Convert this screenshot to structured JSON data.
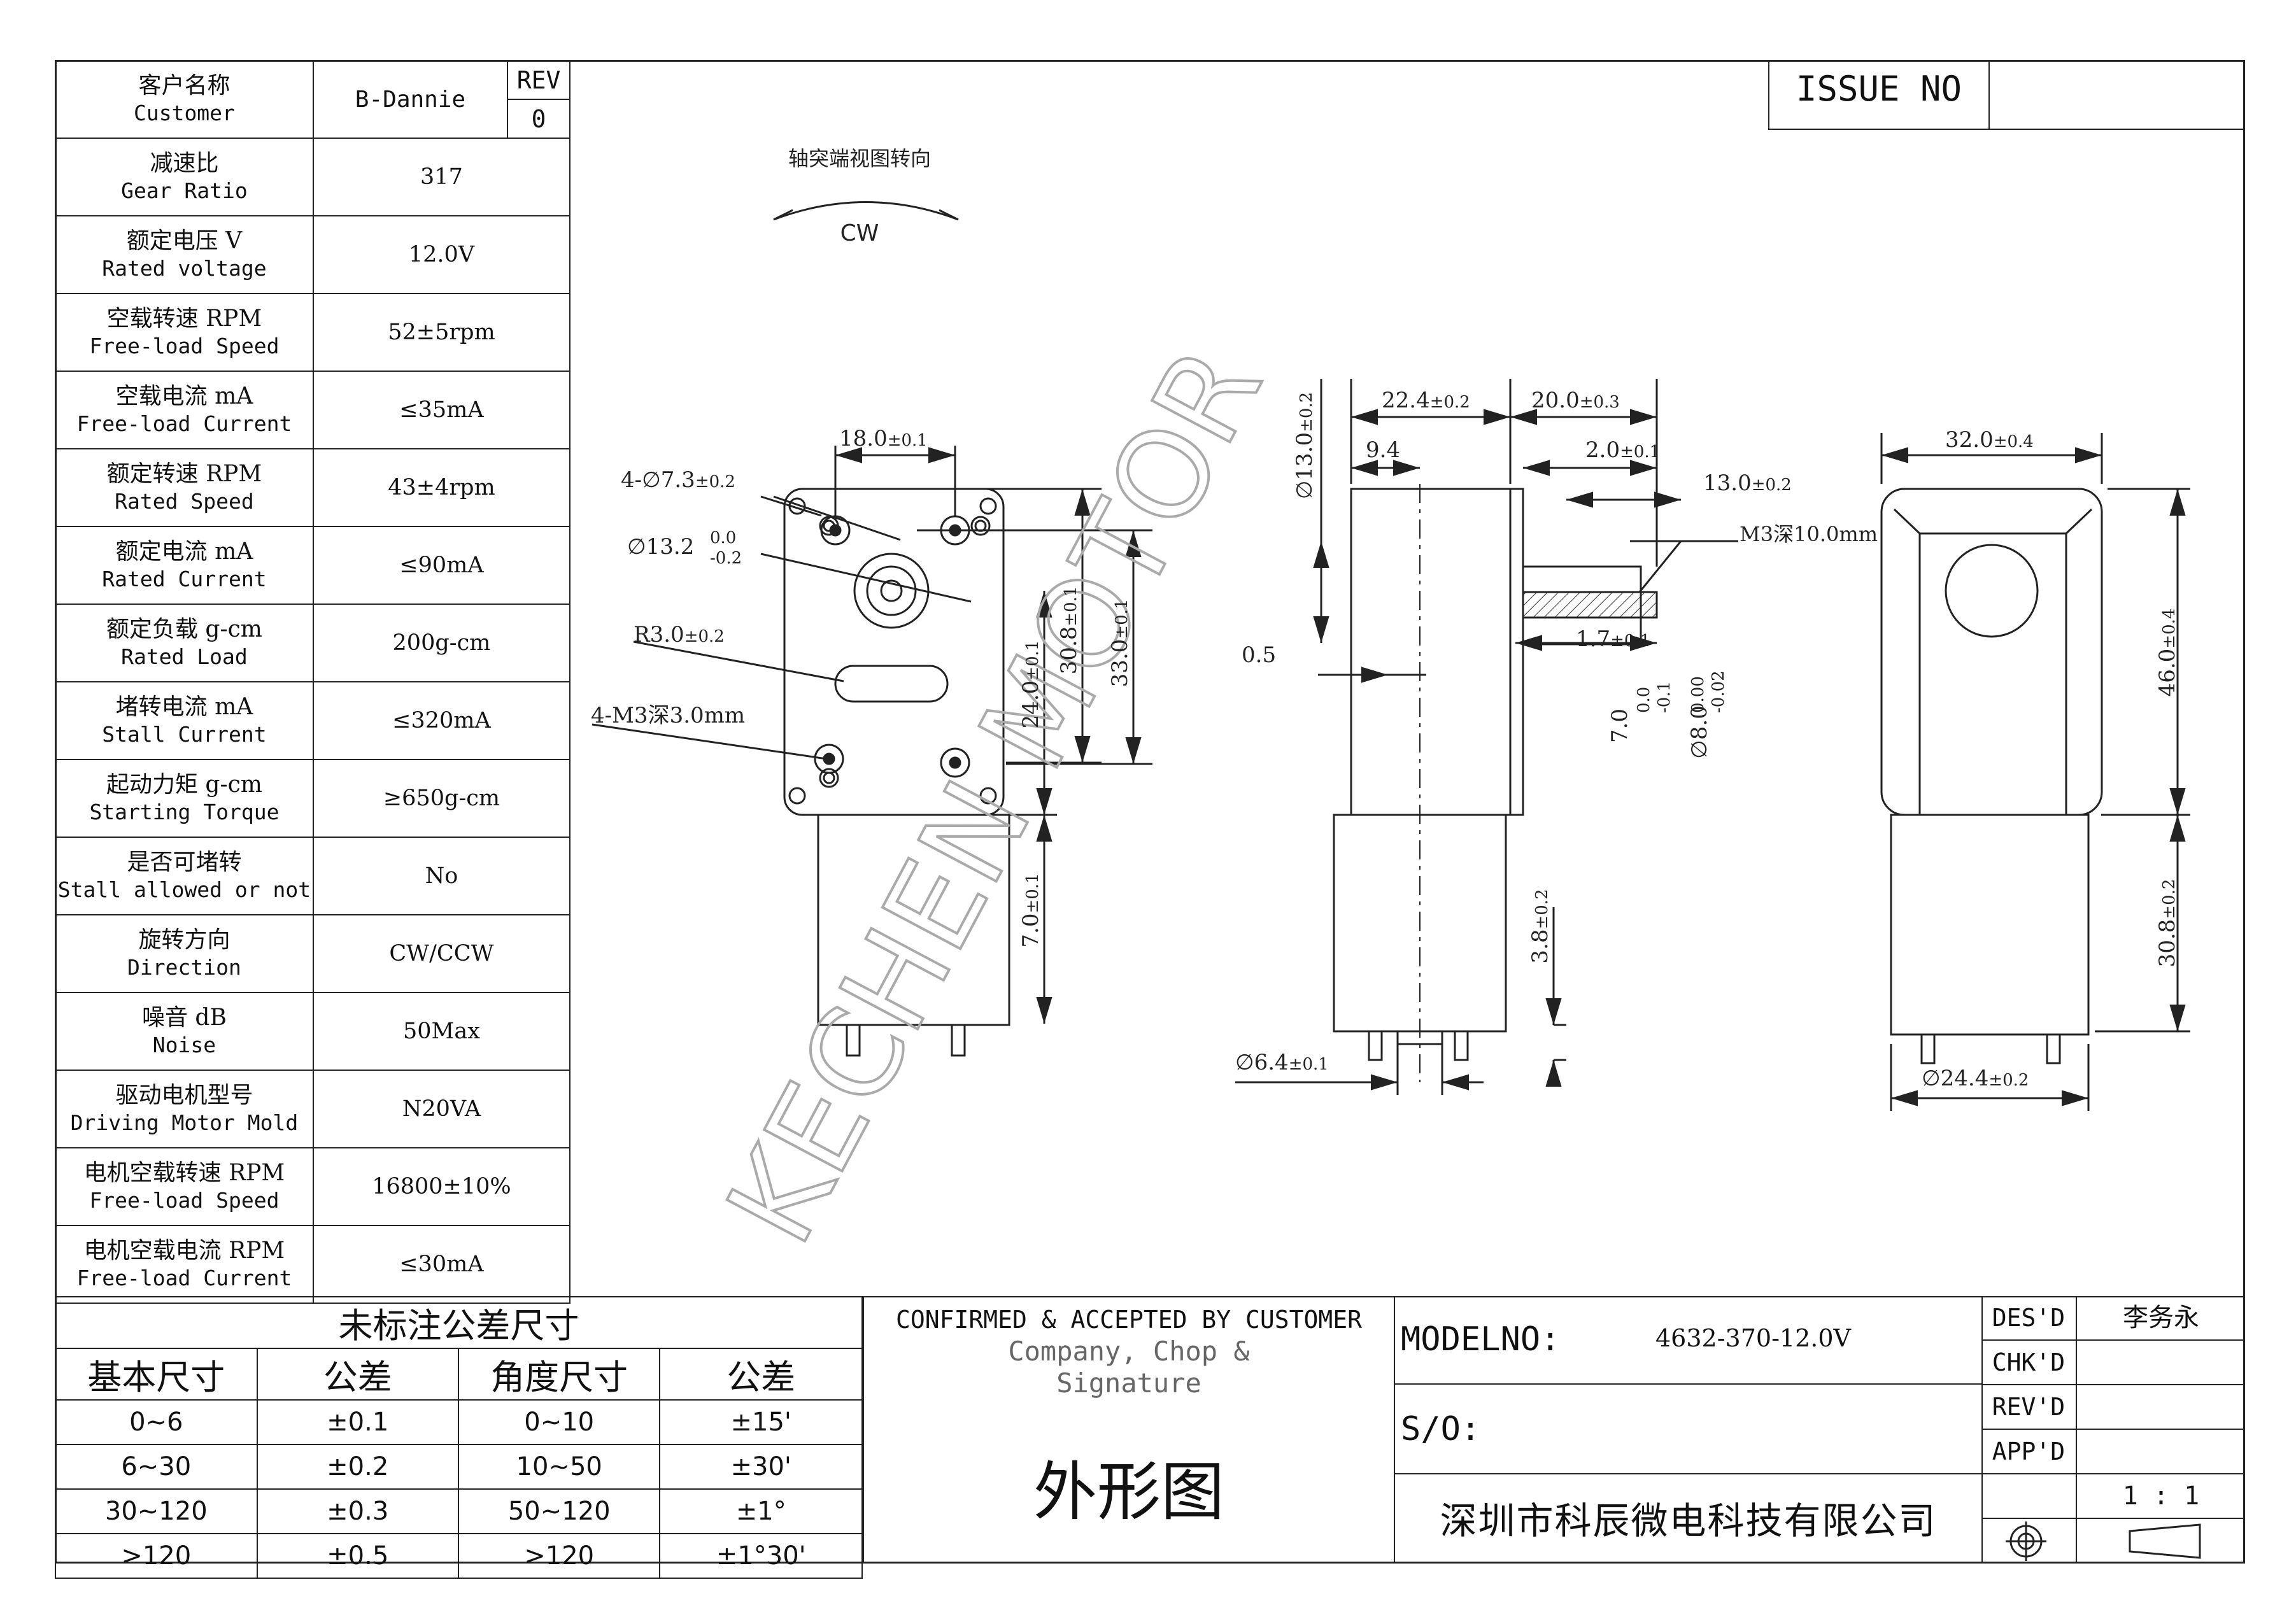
{
  "header": {
    "customer_cn": "客户名称",
    "customer_en": "Customer",
    "customer_value": "B-Dannie",
    "rev_label": "REV",
    "rev_value": "0",
    "issue_no": "ISSUE  NO"
  },
  "specs": [
    {
      "cn": "减速比",
      "en": "Gear Ratio",
      "value": "317"
    },
    {
      "cn": "额定电压 V",
      "en": "Rated voltage",
      "value": "12.0V"
    },
    {
      "cn": "空载转速 RPM",
      "en": "Free-load Speed",
      "value": "52±5rpm"
    },
    {
      "cn": "空载电流 mA",
      "en": "Free-load Current",
      "value": "≤35mA"
    },
    {
      "cn": "额定转速 RPM",
      "en": "Rated Speed",
      "value": "43±4rpm"
    },
    {
      "cn": "额定电流 mA",
      "en": "Rated Current",
      "value": "≤90mA"
    },
    {
      "cn": "额定负载 g-cm",
      "en": "Rated Load",
      "value": "200g-cm"
    },
    {
      "cn": "堵转电流 mA",
      "en": "Stall Current",
      "value": "≤320mA"
    },
    {
      "cn": "起动力矩 g-cm",
      "en": "Starting Torque",
      "value": "≥650g-cm"
    },
    {
      "cn": "是否可堵转",
      "en": "Stall allowed or not",
      "value": "No"
    },
    {
      "cn": "旋转方向",
      "en": "Direction",
      "value": "CW/CCW"
    },
    {
      "cn": "噪音 dB",
      "en": "Noise",
      "value": "50Max"
    },
    {
      "cn": "驱动电机型号",
      "en": "Driving Motor Mold",
      "value": "N20VA"
    },
    {
      "cn": "电机空载转速 RPM",
      "en": "Free-load Speed",
      "value": "16800±10%"
    },
    {
      "cn": "电机空载电流 RPM",
      "en": "Free-load Current",
      "value": "≤30mA"
    }
  ],
  "tolerance": {
    "title": "未标注公差尺寸",
    "headers": [
      "基本尺寸",
      "公差",
      "角度尺寸",
      "公差"
    ],
    "rows": [
      [
        "0~6",
        "±0.1",
        "0~10",
        "±15'"
      ],
      [
        "6~30",
        "±0.2",
        "10~50",
        "±30'"
      ],
      [
        "30~120",
        "±0.3",
        "50~120",
        "±1°"
      ],
      [
        ">120",
        "±0.5",
        ">120",
        "±1°30'"
      ]
    ]
  },
  "confirm": {
    "line1": "CONFIRMED & ACCEPTED BY CUSTOMER",
    "line2": "Company, Chop &",
    "line3": "Signature",
    "drawing_type": "外形图"
  },
  "title_block": {
    "model_label": "MODELNO:",
    "model_value": "4632-370-12.0V",
    "so_label": "S/O:",
    "company": "深圳市科辰微电科技有限公司",
    "des_label": "DES'D",
    "des_value": "李务永",
    "chk_label": "CHK'D",
    "rev_label": "REV'D",
    "app_label": "APP'D",
    "scale": "1 : 1"
  },
  "drawing": {
    "rotation_note": "轴突端视图转向",
    "rotation": "CW",
    "watermark": "KECHEN MOTOR",
    "front": {
      "d1": "18.0",
      "d1_tol": "±0.1",
      "holes": "4-∅7.3",
      "holes_tol": "±0.2",
      "bore": "∅13.2",
      "bore_tol_up": "0.0",
      "bore_tol_dn": "-0.2",
      "radius": "R3.0",
      "radius_tol": "±0.2",
      "thread": "4-M3深3.0mm",
      "h1": "30.8",
      "h1_tol": "±0.1",
      "h2": "33.0",
      "h2_tol": "±0.1",
      "h3": "24.0",
      "h3_tol": "±0.1",
      "h4": "7.0",
      "h4_tol": "±0.1"
    },
    "side": {
      "d_boss": "∅13.0",
      "d_boss_tol": "±0.2",
      "w1": "22.4",
      "w1_tol": "±0.2",
      "w2": "20.0",
      "w2_tol": "±0.3",
      "w3": "9.4",
      "w4": "2.0",
      "w4_tol": "±0.1",
      "w5": "13.0",
      "w5_tol": "±0.2",
      "thread": "M3深10.0mm",
      "gap": "0.5",
      "flat": "1.7",
      "flat_tol": "±0.1",
      "shaft_flat": "7.0",
      "shaft_flat_tol_up": "0.0",
      "shaft_flat_tol_dn": "-0.1",
      "shaft_d": "∅8.0",
      "shaft_d_tol_up": "0.00",
      "shaft_d_tol_dn": "-0.02",
      "h_motor": "3.8",
      "h_motor_tol": "±0.2",
      "pin": "∅6.4",
      "pin_tol": "±0.1"
    },
    "end": {
      "w": "32.0",
      "w_tol": "±0.4",
      "h": "46.0",
      "h_tol": "±0.4",
      "motor_h": "30.8",
      "motor_h_tol": "±0.2",
      "motor_d": "∅24.4",
      "motor_d_tol": "±0.2"
    }
  }
}
